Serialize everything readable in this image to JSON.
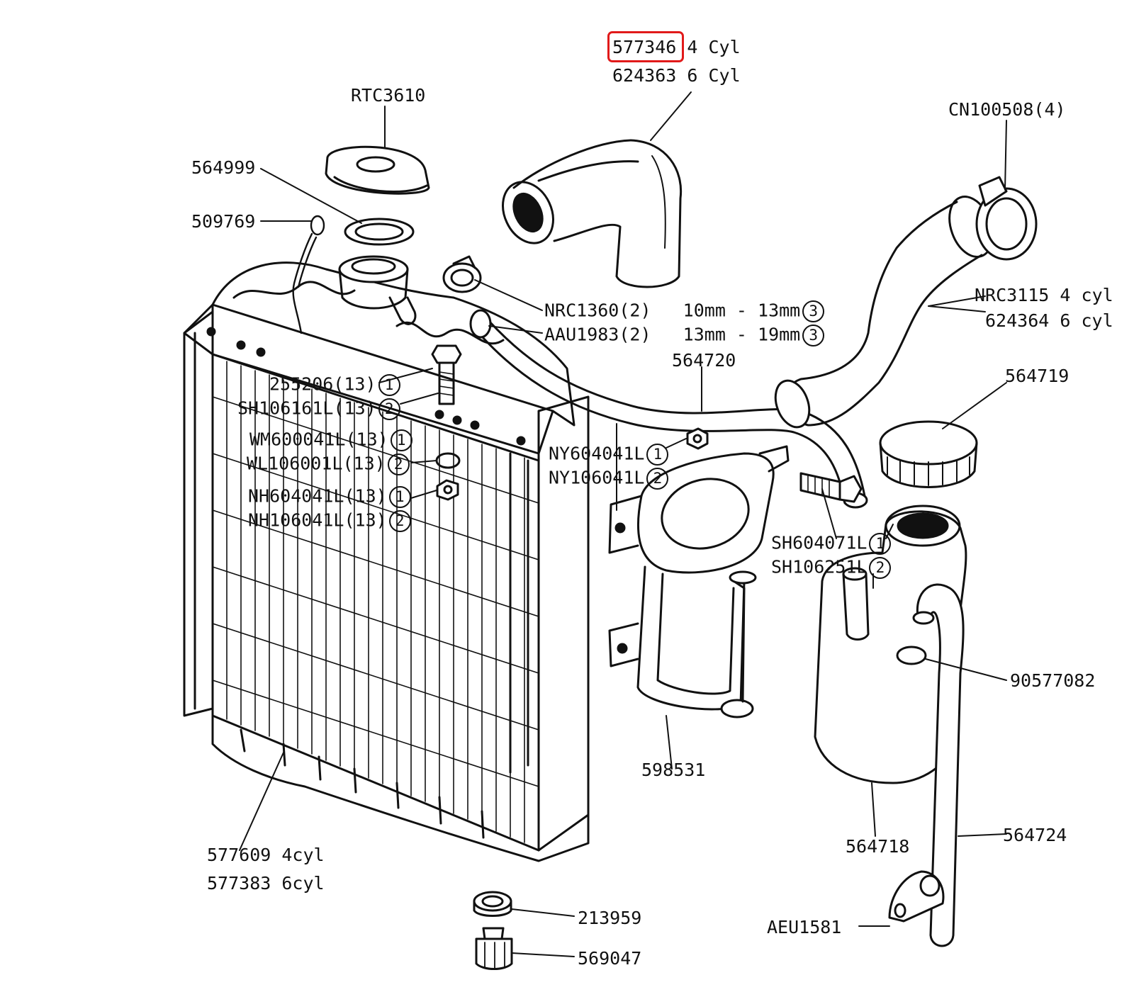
{
  "highlight_color": "#e11a1a",
  "labels": {
    "hose_top_4cyl": "577346",
    "hose_top_4cyl_suffix": "4 Cyl",
    "hose_top_6cyl": "624363",
    "hose_top_6cyl_suffix": "6 Cyl",
    "cap": "RTC3610",
    "clip": "CN100508(4)",
    "seal": "564999",
    "chain": "509769",
    "clip_nrc1360": "NRC1360(2)",
    "clip_nrc1360_range": "10mm - 13mm",
    "clip_nrc1360_ref": "3",
    "clip_aau1983": "AAU1983(2)",
    "clip_aau1983_range": "13mm - 19mm",
    "clip_aau1983_ref": "3",
    "hose_nrc3115": "NRC3115",
    "hose_nrc3115_suffix": "4 cyl",
    "hose_624364": "624364",
    "hose_624364_suffix": "6 cyl",
    "hose_564720": "564720",
    "cap_564719": "564719",
    "bolt_255206": "255206(13)",
    "bolt_255206_ref": "1",
    "screw_sh106161": "SH106161L(13)",
    "screw_sh106161_ref": "2",
    "washer_wm600041": "WM600041L(13)",
    "washer_wm600041_ref": "1",
    "washer_wl106001": "WL106001L(13)",
    "washer_wl106001_ref": "2",
    "nut_nh604041": "NH604041L(13)",
    "nut_nh604041_ref": "1",
    "nut_nh106041": "NH106041L(13)",
    "nut_nh106041_ref": "2",
    "nut_ny604041": "NY604041L",
    "nut_ny604041_ref": "1",
    "nut_ny106041": "NY106041L",
    "nut_ny106041_ref": "2",
    "screw_sh604071": "SH604071L",
    "screw_sh604071_ref": "1",
    "screw_sh106251": "SH106251L",
    "screw_sh106251_ref": "2",
    "clip_90577082": "90577082",
    "bracket_598531": "598531",
    "tank_564718": "564718",
    "hose_564724": "564724",
    "radiator_4cyl": "577609",
    "radiator_4cyl_suffix": "4cyl",
    "radiator_6cyl": "577383",
    "radiator_6cyl_suffix": "6cyl",
    "washer_213959": "213959",
    "plug_569047": "569047",
    "clip_aeu1581": "AEU1581"
  }
}
